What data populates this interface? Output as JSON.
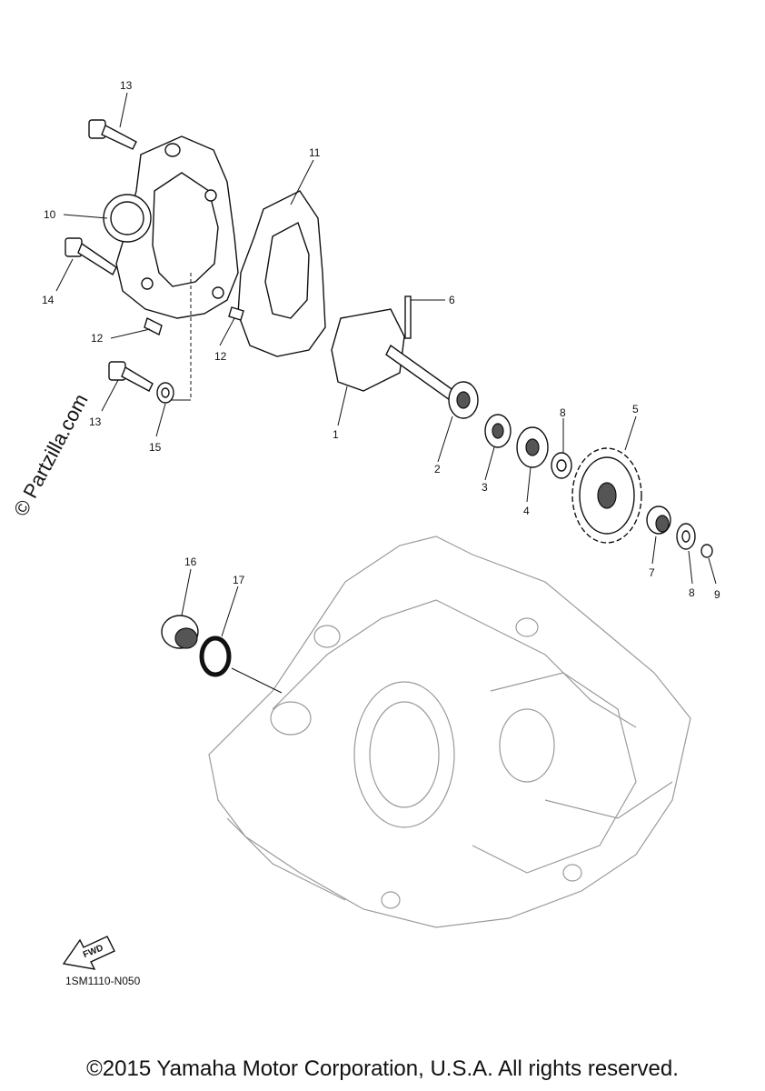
{
  "callouts": [
    {
      "id": "c13a",
      "text": "13"
    },
    {
      "id": "c11",
      "text": "11"
    },
    {
      "id": "c10",
      "text": "10"
    },
    {
      "id": "c14",
      "text": "14"
    },
    {
      "id": "c12a",
      "text": "12"
    },
    {
      "id": "c12b",
      "text": "12"
    },
    {
      "id": "c6",
      "text": "6"
    },
    {
      "id": "c13b",
      "text": "13"
    },
    {
      "id": "c15",
      "text": "15"
    },
    {
      "id": "c1",
      "text": "1"
    },
    {
      "id": "c2",
      "text": "2"
    },
    {
      "id": "c3",
      "text": "3"
    },
    {
      "id": "c4",
      "text": "4"
    },
    {
      "id": "c8a",
      "text": "8"
    },
    {
      "id": "c5",
      "text": "5"
    },
    {
      "id": "c7",
      "text": "7"
    },
    {
      "id": "c8b",
      "text": "8"
    },
    {
      "id": "c9",
      "text": "9"
    },
    {
      "id": "c16",
      "text": "16"
    },
    {
      "id": "c17",
      "text": "17"
    }
  ],
  "watermark": "© Partzilla.com",
  "fwd_label": "FWD",
  "diagram_code": "1SM1110-N050",
  "copyright": "©2015 Yamaha Motor Corporation, U.S.A. All rights reserved."
}
